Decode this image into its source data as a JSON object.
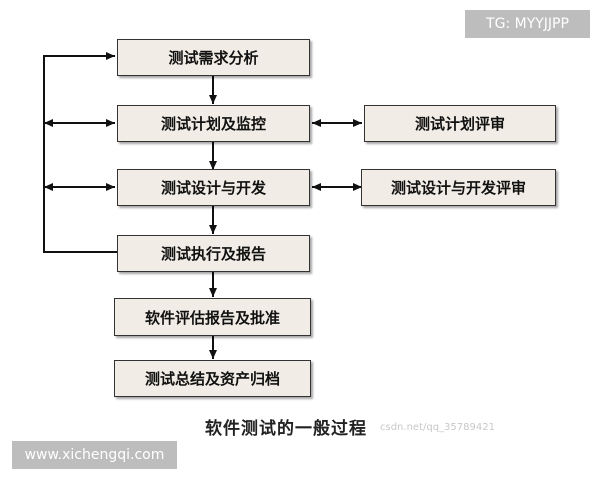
{
  "diagram": {
    "boxes": {
      "analysis": "测试需求分析",
      "planning": "测试计划及监控",
      "plan_review": "测试计划评审",
      "design": "测试设计与开发",
      "design_review": "测试设计与开发评审",
      "execution": "测试执行及报告",
      "evaluation": "软件评估报告及批准",
      "summary": "测试总结及资产归档"
    },
    "caption": "软件测试的一般过程",
    "faint_watermark": "csdn.net/qq_35789421"
  },
  "watermarks": {
    "top_right": "TG: MYYJJPP",
    "bottom_left": "www.xichengqi.com"
  }
}
